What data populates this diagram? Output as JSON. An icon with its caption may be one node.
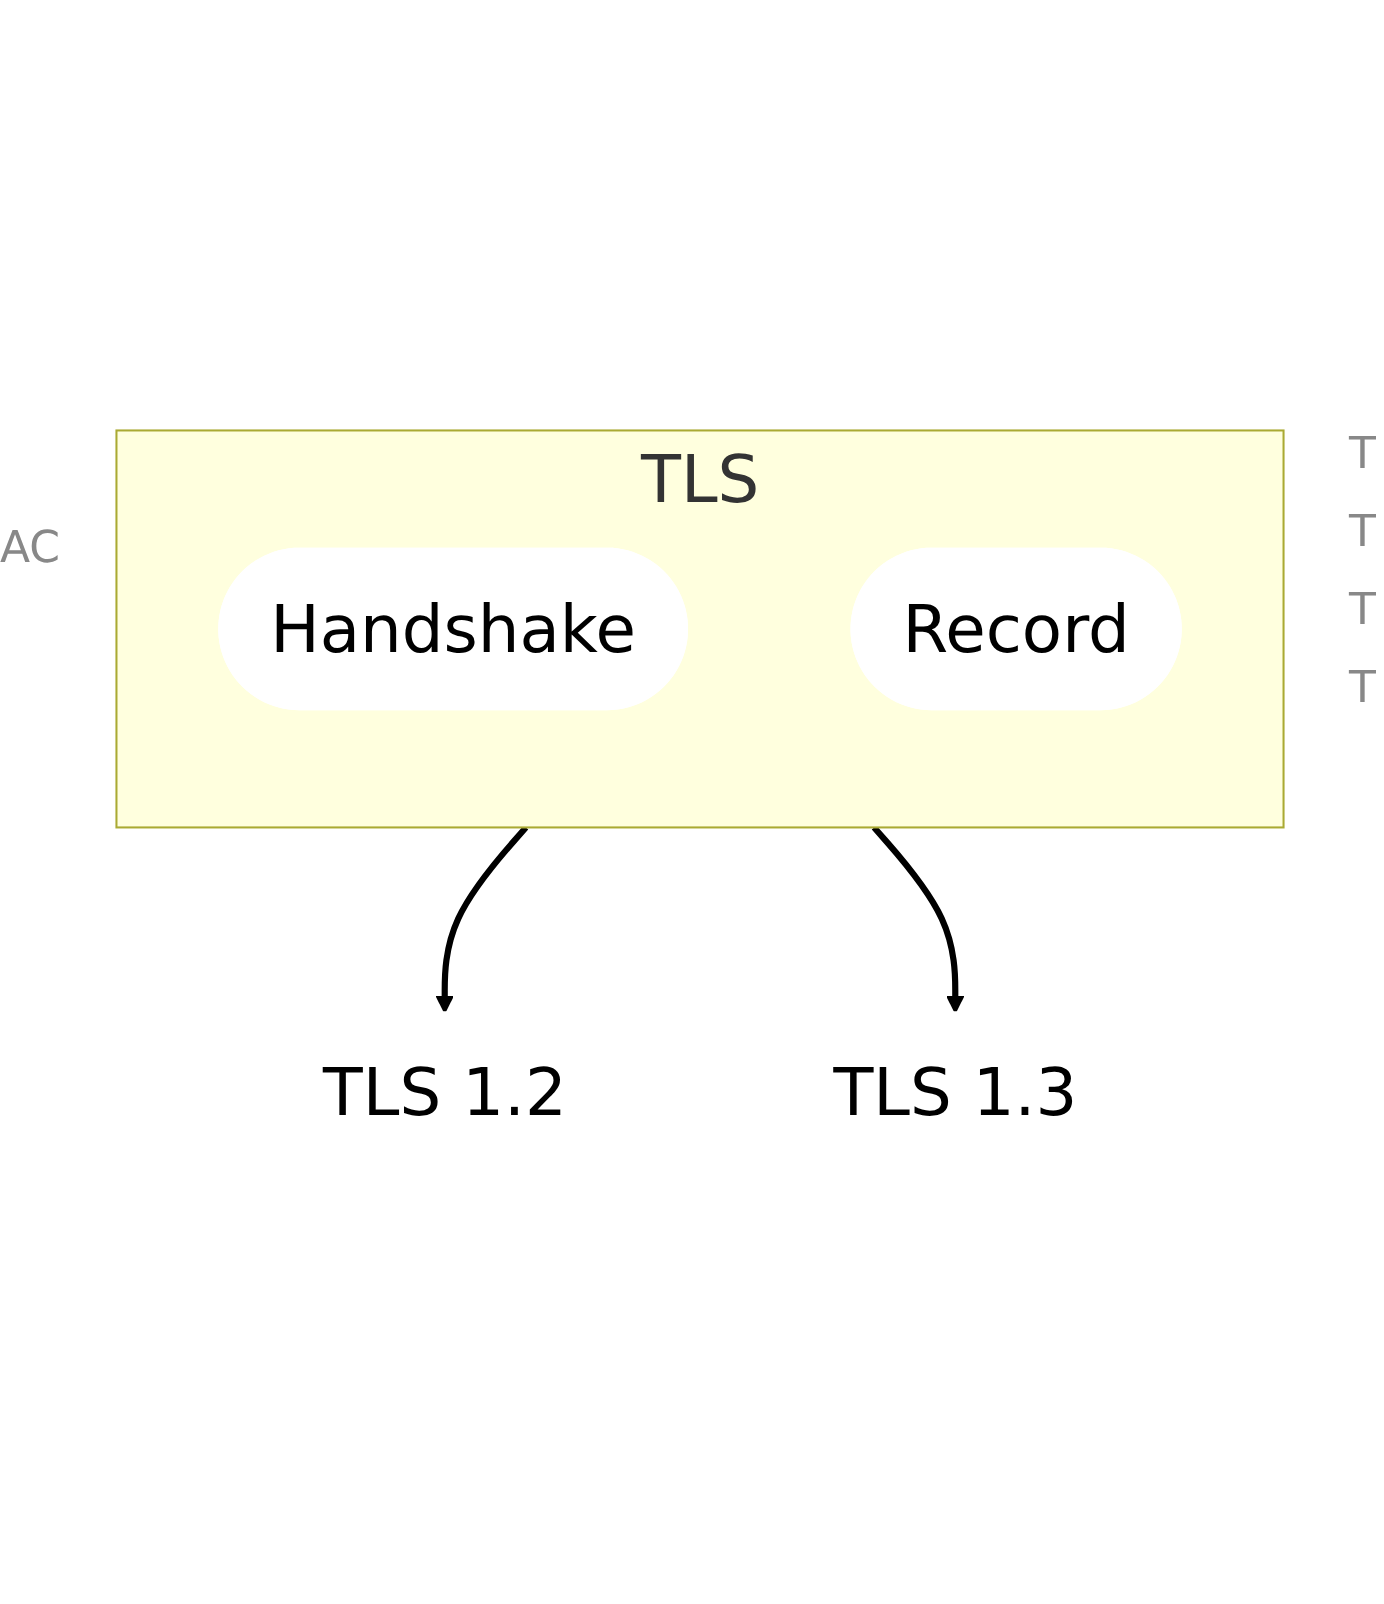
{
  "diagram": {
    "nodes": [
      {
        "text": [
          "TLS"
        ]
      },
      {
        "text": [
          "Handshake"
        ],
        "in": 0
      },
      {
        "text": [
          "Record"
        ],
        "in": 0
      },
      {
        "text": [
          "TLS 1.2"
        ]
      },
      {
        "text": [
          "TLS 1.3"
        ]
      }
    ],
    "edges": [
      {
        "from": 0,
        "to": 3,
        "arrow": "to"
      },
      {
        "from": 0,
        "to": 4,
        "arrow": "to"
      }
    ],
    "labels": [
      "AC",
      "T",
      "T",
      "T",
      "T"
    ]
  }
}
